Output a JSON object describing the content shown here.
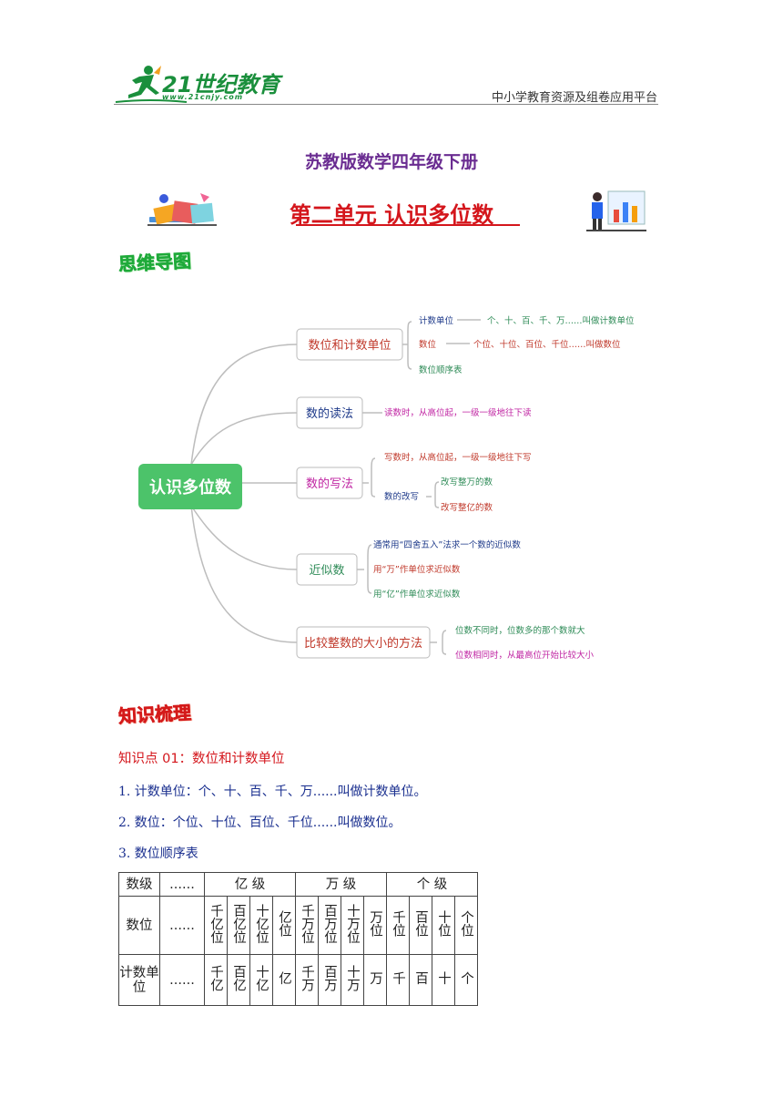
{
  "header": {
    "logo_text": "21世纪教育",
    "logo_url": "www.21cnjy.com",
    "right_text": "中小学教育资源及组卷应用平台"
  },
  "doc_title": "苏教版数学四年级下册",
  "unit_title": "第二单元  认识多位数",
  "mindmap_heading": "思维导图",
  "mindmap": {
    "root": "认识多位数",
    "branches": [
      {
        "label": "数位和计数单位",
        "color": "#c0392b",
        "leaves": [
          "计数单位",
          "数位",
          "数位顺序表"
        ],
        "leaf_details": [
          "个、十、百、千、万……叫做计数单位",
          "个位、十位、百位、千位……叫做数位",
          ""
        ]
      },
      {
        "label": "数的读法",
        "color": "#1e3a8a",
        "leaves": [
          "读数时，从高位起，一级一级地往下读"
        ]
      },
      {
        "label": "数的写法",
        "color": "#c026a3",
        "leaves": [
          "写数时，从高位起，一级一级地往下写",
          "数的改写"
        ],
        "sub_leaves": [
          "改写整万的数",
          "改写整亿的数"
        ]
      },
      {
        "label": "近似数",
        "color": "#2e8b57",
        "leaves": [
          "通常用“四舍五入”法求一个数的近似数",
          "用“万”作单位求近似数",
          "用“亿”作单位求近似数"
        ]
      },
      {
        "label": "比较整数的大小的方法",
        "color": "#c0392b",
        "leaves": [
          "位数不同时，位数多的那个数就大",
          "位数相同时，从最高位开始比较大小"
        ]
      }
    ]
  },
  "knowledge_heading": "知识梳理",
  "knowledge_point": "知识点 01：数位和计数单位",
  "lines": [
    "1.  计数单位：个、十、百、千、万......叫做计数单位。",
    "2.  数位：个位、十位、百位、千位......叫做数位。",
    "3.  数位顺序表"
  ],
  "table": {
    "row_labels": [
      "数级",
      "数位",
      "计数单位"
    ],
    "ellipsis": "......",
    "groups": [
      "亿 级",
      "万  级",
      "个  级"
    ],
    "positions": [
      "千亿位",
      "百亿位",
      "十亿位",
      "亿位",
      "千万位",
      "百万位",
      "十万位",
      "万位",
      "千位",
      "百位",
      "十位",
      "个位"
    ],
    "units": [
      "千亿",
      "百亿",
      "十亿",
      "亿",
      "千万",
      "百万",
      "十万",
      "万",
      "千",
      "百",
      "十",
      "个"
    ]
  },
  "colors": {
    "title_purple": "#6a2c91",
    "unit_red": "#d4161c",
    "mindmap_green": "#1faa3a",
    "root_fill": "#4cc36a"
  }
}
